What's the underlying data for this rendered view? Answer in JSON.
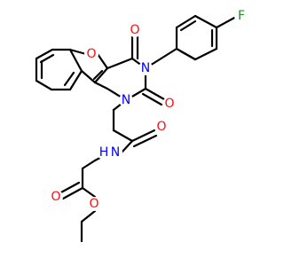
{
  "molecule": {
    "colors": {
      "carbon_bond": "#000000",
      "oxygen": "#ff0d0d",
      "nitrogen": "#0000ff",
      "fluorine": "#228b22",
      "background": "#ffffff"
    },
    "labels": {
      "furan_oxygen": "O",
      "pyrimidine_oxygen_top": "O",
      "pyrimidine_oxygen_right": "O",
      "amide_oxygen": "O",
      "ester_carbonyl_oxygen": "O",
      "ester_oxygen": "O",
      "n1": "N",
      "n3": "N",
      "amide_nh": "H",
      "amide_n": "N",
      "fluorine": "F"
    }
  }
}
